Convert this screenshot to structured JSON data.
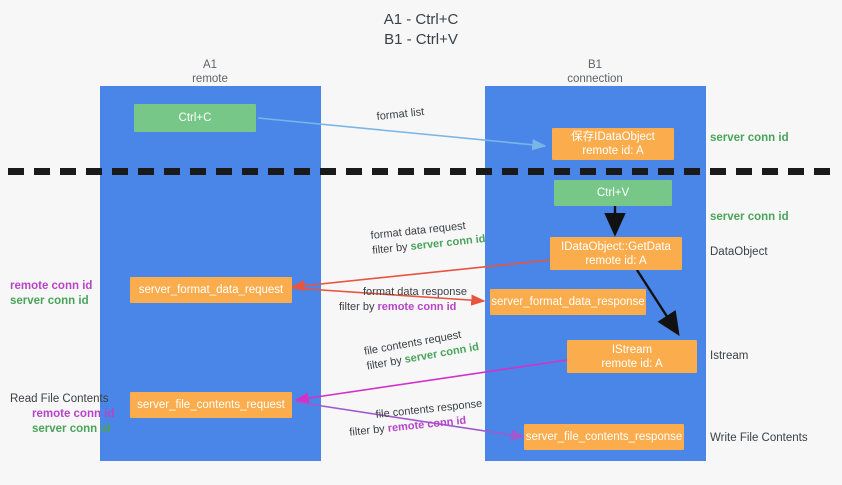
{
  "title": {
    "line1": "A1 - Ctrl+C",
    "line2": "B1 - Ctrl+V"
  },
  "columns": [
    {
      "name": "A1",
      "sub": "remote"
    },
    {
      "name": "B1",
      "sub": "connection"
    }
  ],
  "nodes": {
    "ctrl_c": {
      "label": "Ctrl+C",
      "color": "#76c788"
    },
    "save_dataobject": {
      "line1": "保存IDataObject",
      "line2": "remote id: A",
      "color": "#fbad4d"
    },
    "ctrl_v": {
      "label": "Ctrl+V",
      "color": "#76c788"
    },
    "getdata": {
      "line1": "IDataObject::GetData",
      "line2": "remote id: A",
      "color": "#fbad4d"
    },
    "istream": {
      "line1": "IStream",
      "line2": "remote id: A",
      "color": "#fbad4d"
    },
    "server_format_data_request": {
      "label": "server_format_data_request",
      "color": "#fbad4d"
    },
    "server_format_data_response": {
      "label": "server_format_data_response",
      "color": "#fbad4d"
    },
    "server_file_contents_request": {
      "label": "server_file_contents_request",
      "color": "#fbad4d"
    },
    "server_file_contents_response": {
      "label": "server_file_contents_response",
      "color": "#fbad4d"
    }
  },
  "edges": {
    "format_list": {
      "label": "format list"
    },
    "format_data_request": {
      "line1": "format data request",
      "filter_prefix": "filter by ",
      "filter_value": "server conn id",
      "filter_color": "#4aa35a"
    },
    "format_data_response": {
      "line1": "format data response",
      "filter_prefix": "filter by ",
      "filter_value": "remote conn id",
      "filter_color": "#b844c8"
    },
    "file_contents_request": {
      "line1": "file contents request",
      "filter_prefix": "filter by ",
      "filter_value": "server conn id",
      "filter_color": "#4aa35a"
    },
    "file_contents_response": {
      "line1": "file contents response",
      "filter_prefix": "filter by ",
      "filter_value": "remote conn id",
      "filter_color": "#b844c8"
    }
  },
  "annotations": {
    "server_conn_id_top": {
      "text": "server conn id",
      "color": "#4aa35a"
    },
    "server_conn_id_mid": {
      "text": "server conn id",
      "color": "#4aa35a"
    },
    "dataobject": {
      "text": "DataObject",
      "color": "#3c4043"
    },
    "istream": {
      "text": "Istream",
      "color": "#3c4043"
    },
    "write_file_contents": {
      "text": "Write File Contents",
      "color": "#3c4043"
    },
    "read_file_contents": {
      "text": "Read File Contents",
      "color": "#3c4043"
    },
    "left_mid_remote": {
      "text": "remote conn id",
      "color": "#b844c8"
    },
    "left_mid_server": {
      "text": "server conn id",
      "color": "#4aa35a"
    },
    "left_bot_remote": {
      "text": "remote conn id",
      "color": "#b844c8"
    },
    "left_bot_server": {
      "text": "server conn id",
      "color": "#4aa35a"
    }
  },
  "colors": {
    "lane": "#4a86e8",
    "green_node": "#76c788",
    "orange_node": "#fbad4d",
    "arrow_blue": "#7ab5e8",
    "arrow_red": "#e8543f",
    "arrow_magenta": "#d232c8",
    "arrow_purple": "#a05ad0",
    "arrow_black": "#111111",
    "background": "#f7f7f7"
  }
}
